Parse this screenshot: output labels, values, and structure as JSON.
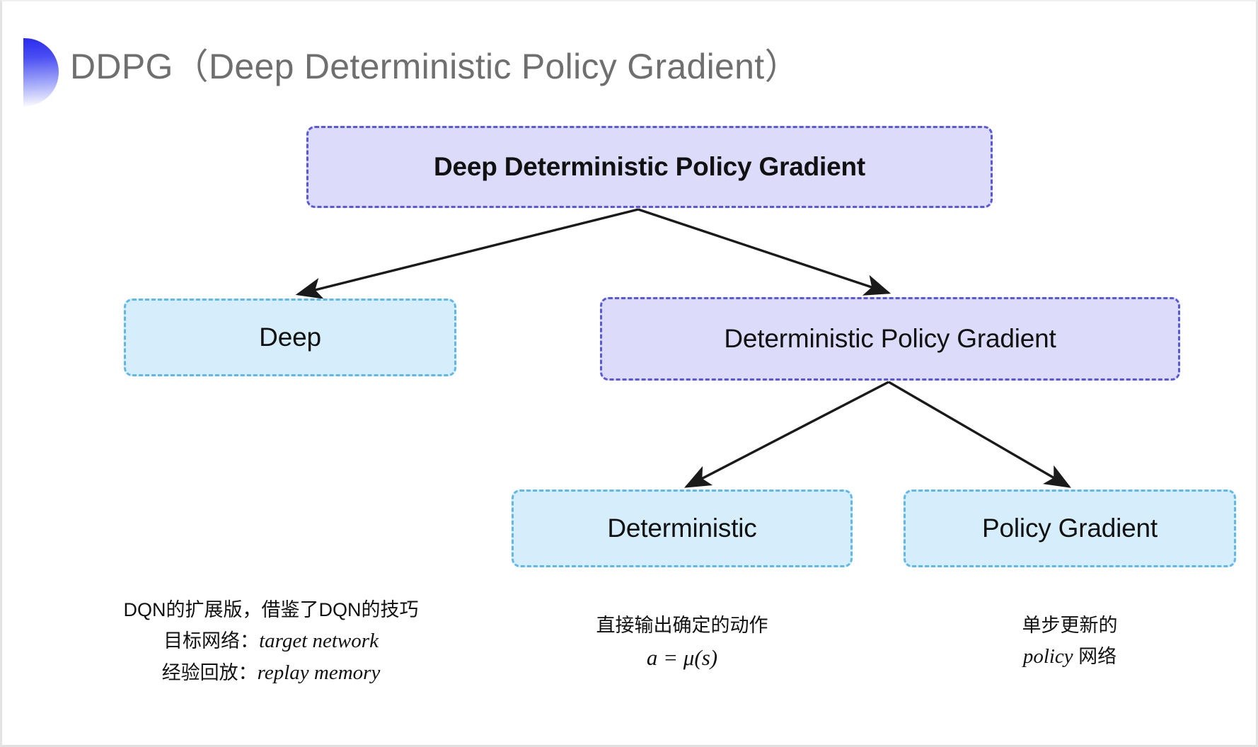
{
  "slide": {
    "title": "DDPG（Deep Deterministic Policy Gradient）",
    "title_color": "#6f6f6f",
    "background": "#ffffff",
    "bullet_icon": "gradient-half-circle-bullet",
    "bullet_gradient_from": "#2b2bf0",
    "bullet_gradient_to": "#ffffff"
  },
  "diagram": {
    "type": "tree",
    "colors": {
      "purple_fill": "#dcdcfa",
      "purple_border": "#5757e0",
      "blue_fill": "#d6eefb",
      "blue_border": "#5fb9e8",
      "connector": "#1a1a1a"
    },
    "nodes": [
      {
        "id": "root",
        "label": "Deep Deterministic Policy Gradient",
        "style": "purple",
        "level": 0
      },
      {
        "id": "deep",
        "label": "Deep",
        "style": "blue",
        "level": 1
      },
      {
        "id": "dpg",
        "label": "Deterministic Policy Gradient",
        "style": "purple",
        "level": 1
      },
      {
        "id": "deterministic",
        "label": "Deterministic",
        "style": "blue",
        "level": 2
      },
      {
        "id": "policy_gradient",
        "label": "Policy Gradient",
        "style": "blue",
        "level": 2
      }
    ],
    "edges": [
      {
        "from": "root",
        "to": "deep"
      },
      {
        "from": "root",
        "to": "dpg"
      },
      {
        "from": "dpg",
        "to": "deterministic"
      },
      {
        "from": "dpg",
        "to": "policy_gradient"
      }
    ]
  },
  "captions": {
    "deep": {
      "line1": "DQN的扩展版，借鉴了DQN的技巧",
      "line2_label": "目标网络：",
      "line2_term": "target network",
      "line3_label": "经验回放：",
      "line3_term": "replay memory"
    },
    "deterministic": {
      "line1": "直接输出确定的动作",
      "formula": "a = μ(s)"
    },
    "policy_gradient": {
      "line1": "单步更新的",
      "line2_term": "policy",
      "line2_suffix": " 网络"
    }
  }
}
